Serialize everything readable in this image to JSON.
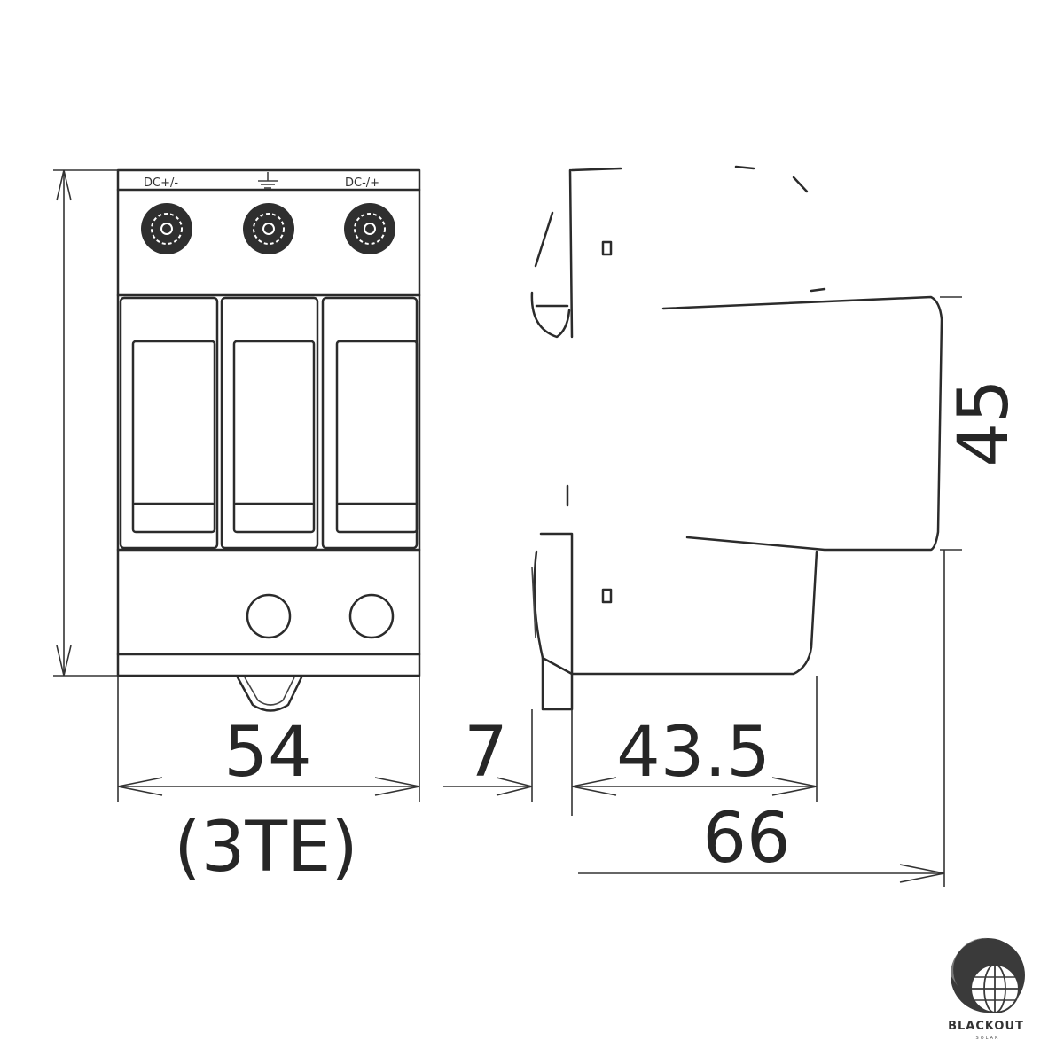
{
  "terminals": {
    "left": "DC+/-",
    "right": "DC-/+"
  },
  "dimensions": {
    "front_width": "54",
    "front_width_note": "(3TE)",
    "rail_offset": "7",
    "side_depth": "43.5",
    "total_depth": "66",
    "module_height": "45"
  },
  "logo": {
    "brand": "BLACKOUT",
    "tagline": "SOLAR",
    "icon": "globe-icon"
  },
  "colors": {
    "line": "#2b2b2b",
    "logo_dark": "#3a3a3a"
  }
}
